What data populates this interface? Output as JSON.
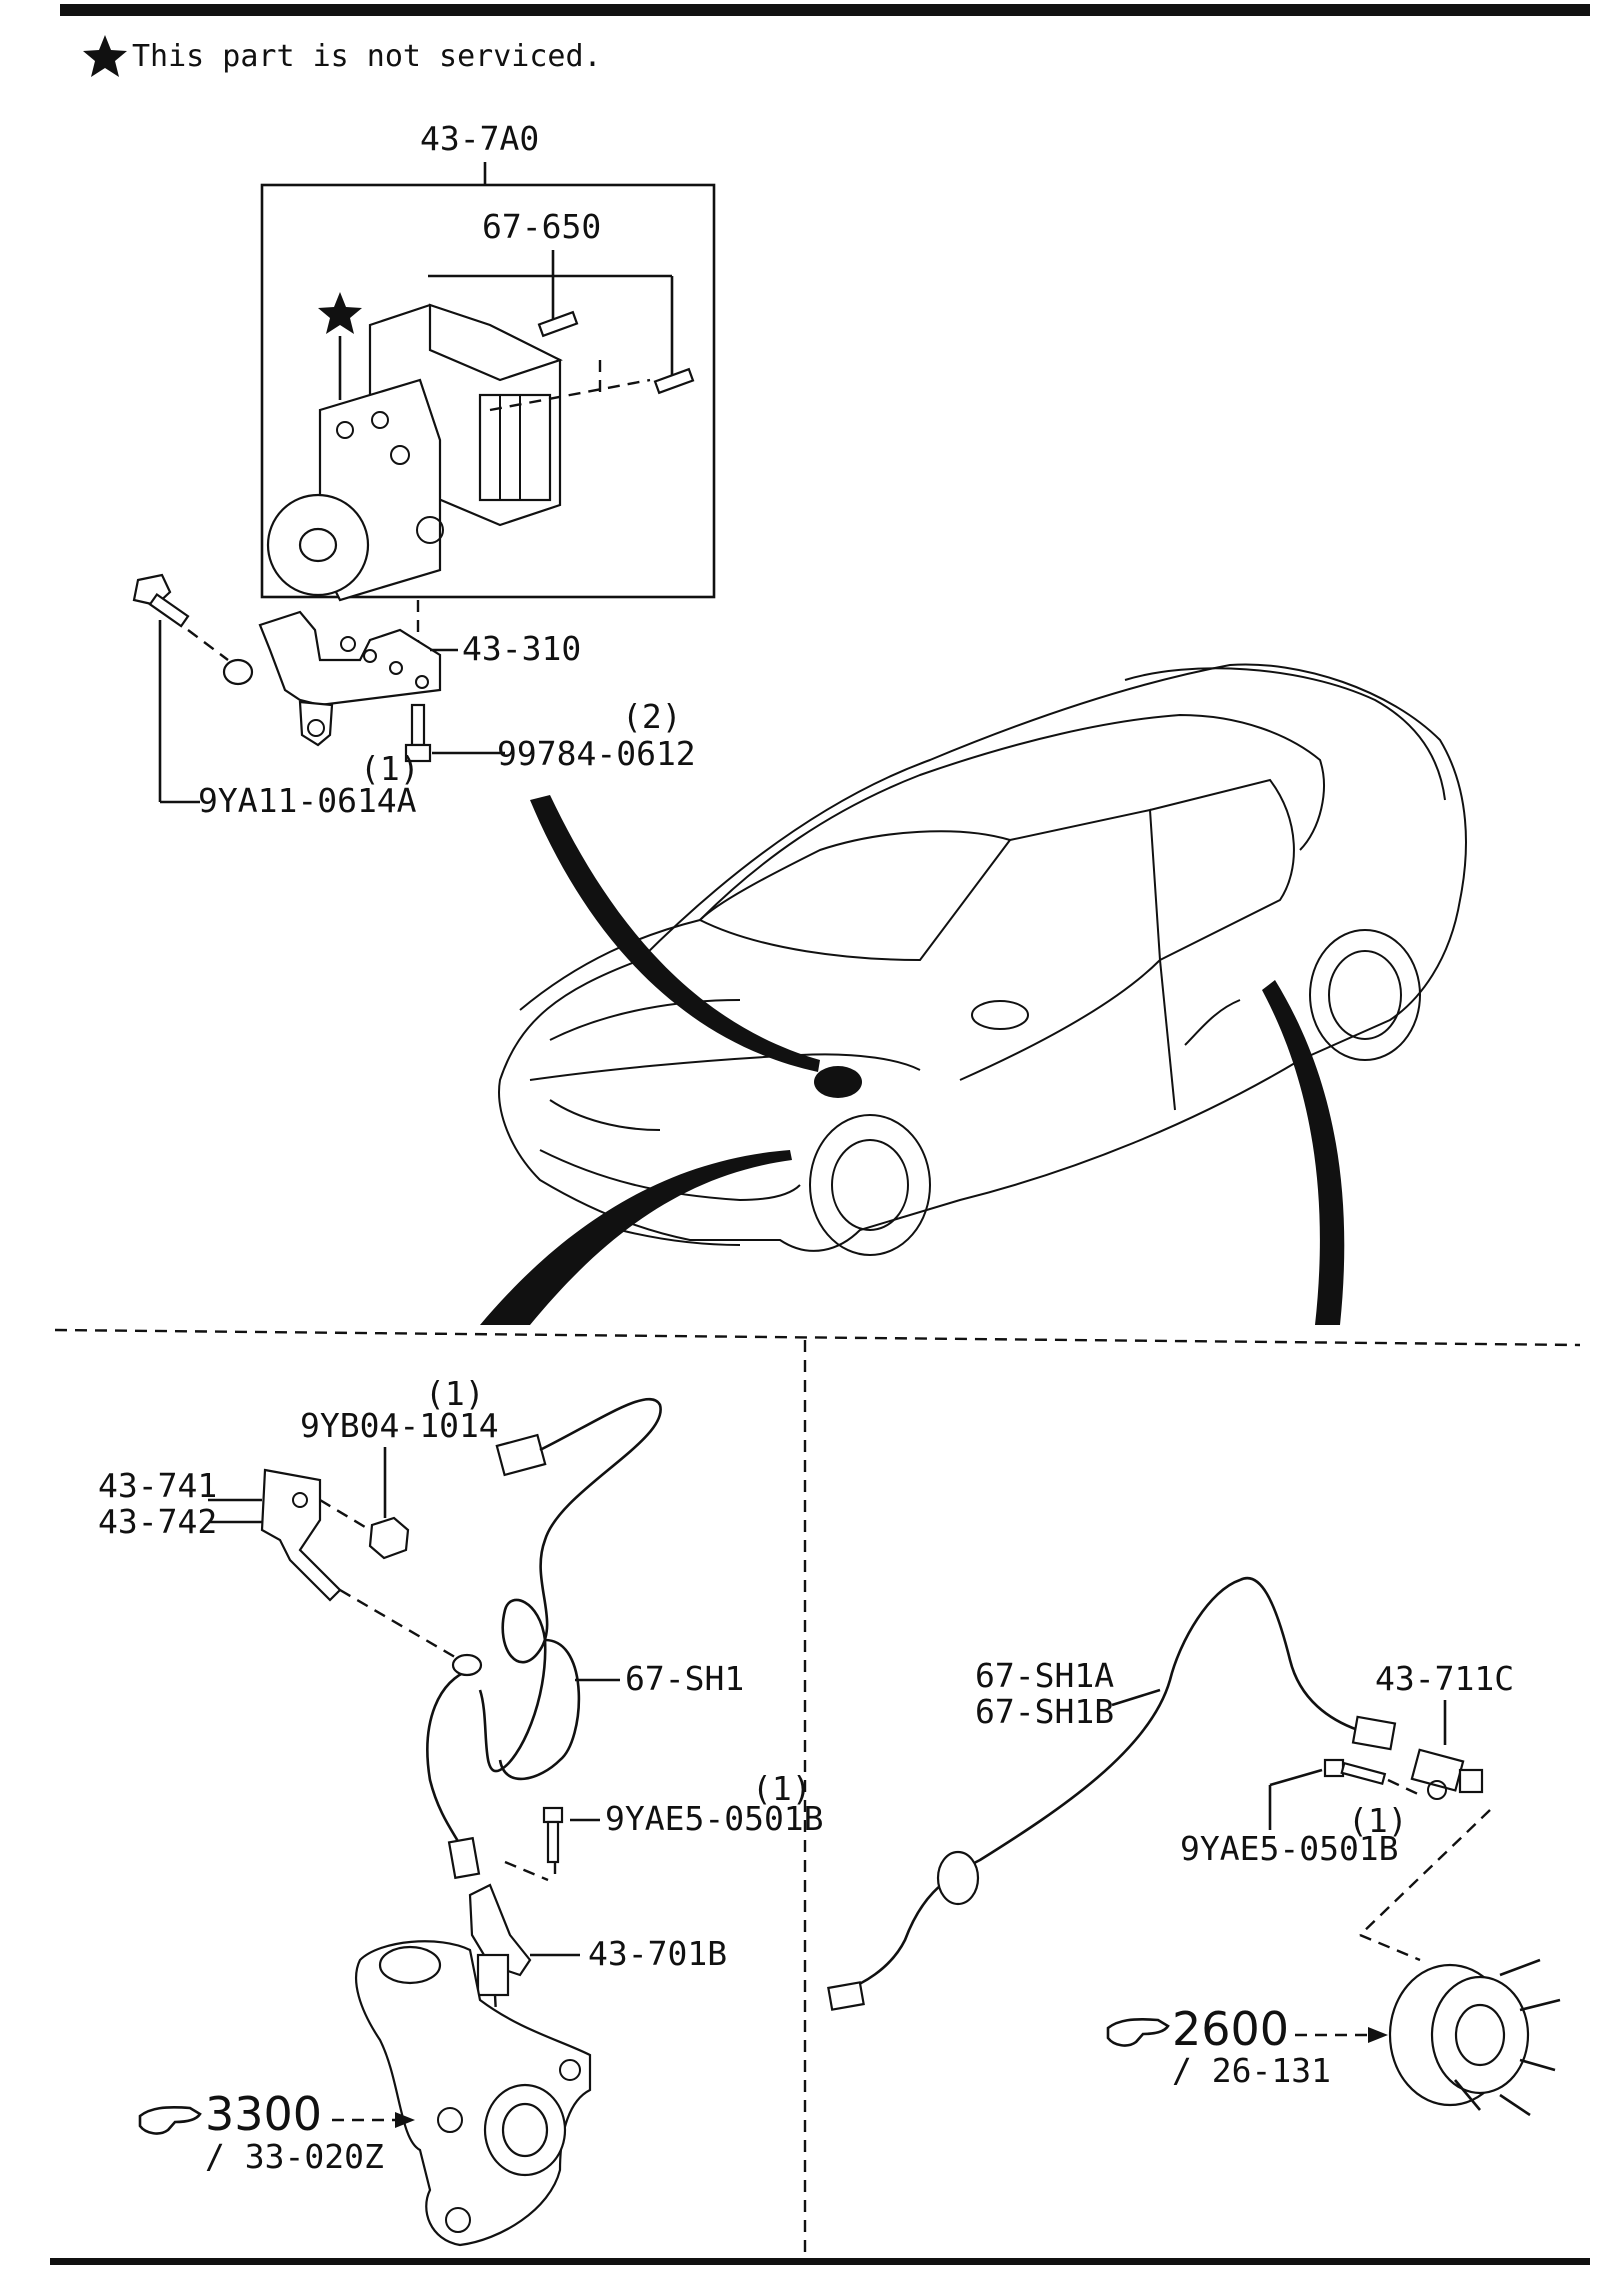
{
  "note": {
    "star_icon": "star-icon",
    "text": "This part is not serviced."
  },
  "callouts": {
    "hcu_assembly": "43-7A0",
    "stud_bolts": "67-650",
    "bracket": "43-310",
    "bracket_bolt": "99784-0612",
    "bracket_bolt_qty": "(2)",
    "mount_bolt": "9YA11-0614A",
    "mount_bolt_qty": "(1)",
    "front_nut": "9YB04-1014",
    "front_nut_qty": "(1)",
    "front_bracket_1": "43-741",
    "front_bracket_2": "43-742",
    "front_harness": "67-SH1",
    "front_sensor_bolt": "9YAE5-0501B",
    "front_sensor_bolt_qty": "(1)",
    "front_sensor": "43-701B",
    "knuckle_ref": "3300",
    "knuckle_ref_page": "/ 33-020Z",
    "rear_harness_1": "67-SH1A",
    "rear_harness_2": "67-SH1B",
    "rear_sensor": "43-711C",
    "rear_sensor_bolt": "9YAE5-0501B",
    "rear_sensor_bolt_qty": "(1)",
    "hub_ref": "2600",
    "hub_ref_page": "/ 26-131"
  },
  "icons": {
    "reference_hand": "pointing-hand-icon",
    "not_serviced": "star-icon"
  }
}
